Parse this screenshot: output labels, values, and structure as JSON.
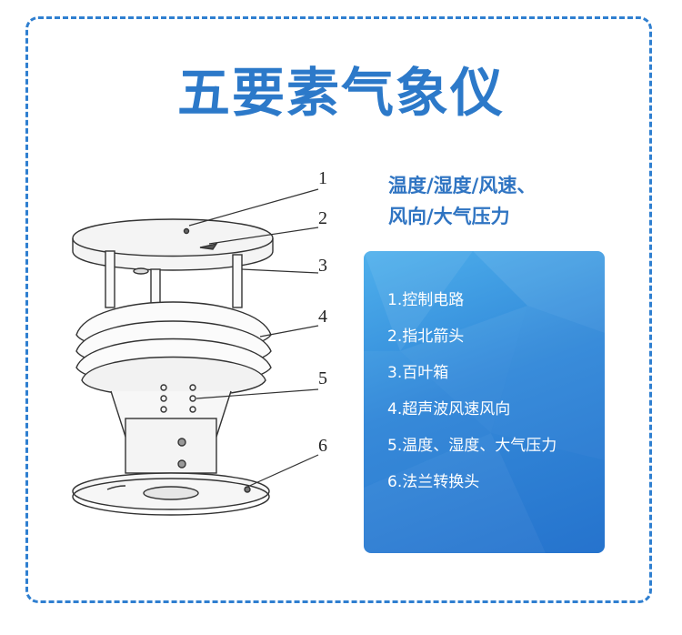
{
  "title": "五要素气象仪",
  "subtitle": [
    "温度/湿度/风速、",
    "风向/大气压力"
  ],
  "callout_numbers": [
    "1",
    "2",
    "3",
    "4",
    "5",
    "6"
  ],
  "parts": [
    "1.控制电路",
    "2.指北箭头",
    "3.百叶箱",
    "4.超声波风速风向",
    "5.温度、湿度、大气压力",
    "6.法兰转换头"
  ],
  "colors": {
    "frame": "#2f7fd0",
    "title": "#2c79c9",
    "subtitle": "#2f74c2",
    "box_light": "#4fb0ec",
    "box_dark": "#1f6fcc"
  }
}
